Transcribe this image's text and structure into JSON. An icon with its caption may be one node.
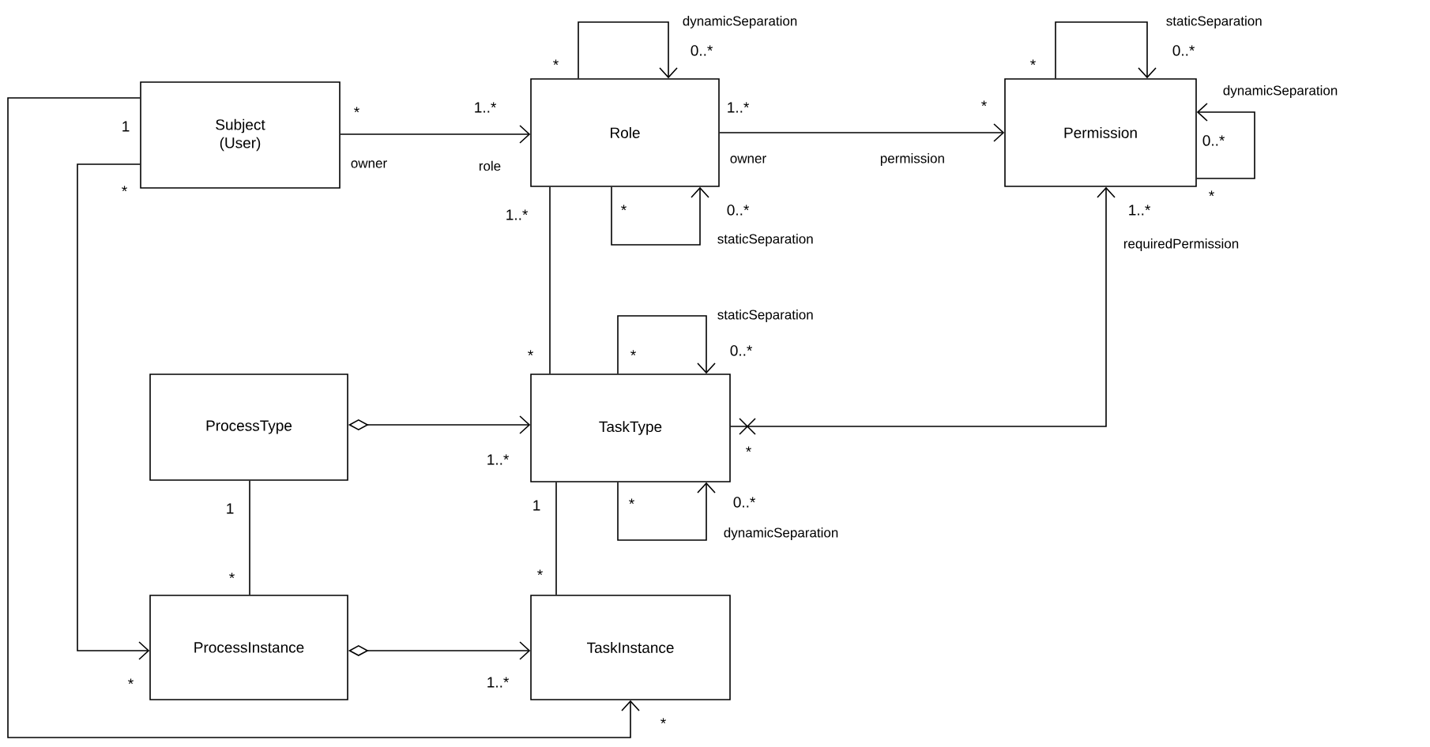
{
  "diagram": {
    "nodes": [
      {
        "text": [
          "Subject (User)"
        ]
      },
      {
        "text": [
          "Role"
        ]
      },
      {
        "text": [
          "Permission"
        ]
      },
      {
        "text": [
          "ProcessType"
        ]
      },
      {
        "text": [
          "TaskType"
        ]
      },
      {
        "text": [
          "ProcessInstance"
        ]
      },
      {
        "text": [
          "TaskInstance"
        ]
      }
    ],
    "edges": [
      {
        "from": 0,
        "to": 1,
        "arrow": "to"
      },
      {
        "from": 1,
        "to": 2,
        "arrow": "to"
      },
      {
        "from": 1,
        "to": 1,
        "arrow": "to"
      },
      {
        "from": 1,
        "to": 1,
        "arrow": "to"
      },
      {
        "from": 2,
        "to": 2,
        "arrow": "to"
      },
      {
        "from": 2,
        "to": 2,
        "arrow": "to"
      },
      {
        "from": 1,
        "to": 4,
        "arrow": "none"
      },
      {
        "from": 4,
        "to": 4,
        "arrow": "to"
      },
      {
        "from": 4,
        "to": 4,
        "arrow": "to"
      },
      {
        "from": 4,
        "to": 2,
        "arrow": "to"
      },
      {
        "from": 3,
        "to": 4,
        "arrow": "to"
      },
      {
        "from": 3,
        "to": 5,
        "arrow": "none"
      },
      {
        "from": 4,
        "to": 6,
        "arrow": "none"
      },
      {
        "from": 5,
        "to": 6,
        "arrow": "to"
      },
      {
        "from": 0,
        "to": 5,
        "arrow": "to"
      },
      {
        "from": 0,
        "to": 6,
        "arrow": "to"
      }
    ],
    "labels": [
      "dynamicSeparation",
      "*",
      "0..*",
      "staticSeparation",
      "*",
      "0..*",
      "dynamicSeparation",
      "1",
      "*",
      "1..*",
      "1..*",
      "*",
      "0..*",
      "owner",
      "role",
      "owner",
      "permission",
      "*",
      "*",
      "0..*",
      "*",
      "1..*",
      "1..*",
      "staticSeparation",
      "requiredPermission",
      "staticSeparation",
      "0..*",
      "*",
      "*",
      "*",
      "1..*",
      "1",
      "1",
      "*",
      "0..*",
      "dynamicSeparation",
      "*",
      "*",
      "*",
      "1..*",
      "*"
    ]
  }
}
